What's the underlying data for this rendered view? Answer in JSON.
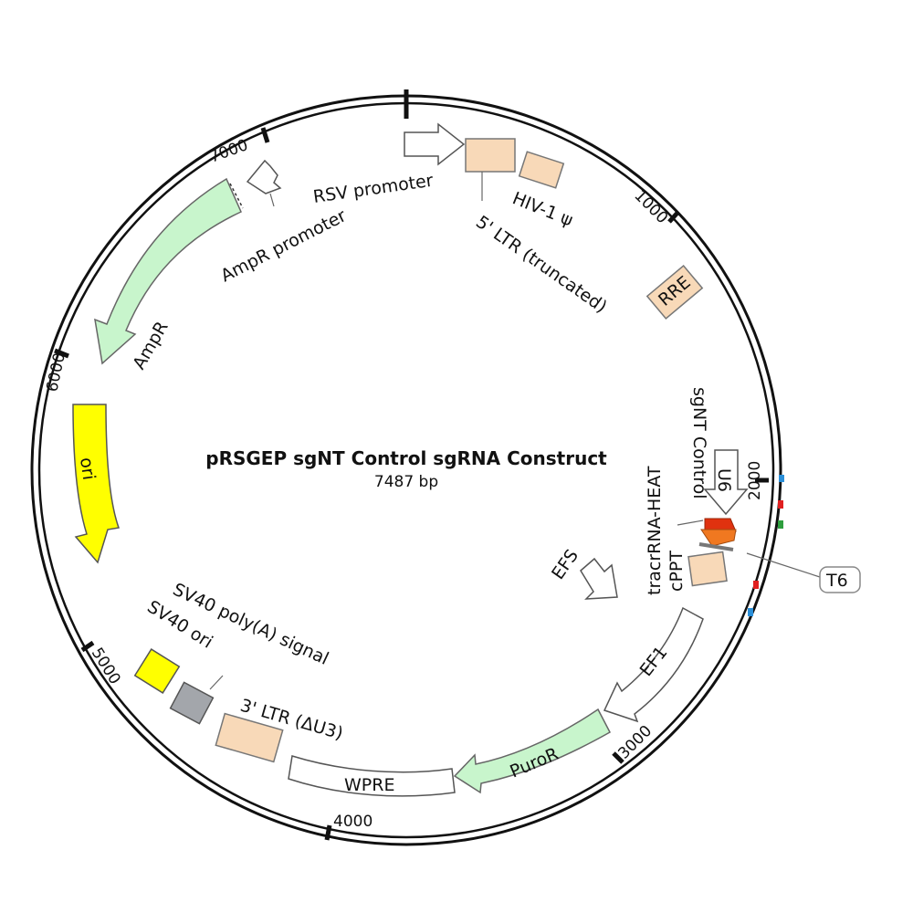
{
  "title": "pRSGEP sgNT Control sgRNA Construct",
  "size_label": "7487 bp",
  "ticks": [
    "1000",
    "2000",
    "3000",
    "4000",
    "5000",
    "6000",
    "7000"
  ],
  "features": {
    "rsv_promoter": "RSV promoter",
    "hiv_psi": "HIV-1 ψ",
    "ltr5": "5' LTR (truncated)",
    "rre": "RRE",
    "u6": "U6",
    "sgnt": "sgNT Control",
    "tracr": "tracrRNA-HEAT",
    "cppt": "cPPT",
    "t6": "T6",
    "efs": "EFS",
    "ef1": "EF1",
    "puror": "PuroR",
    "wpre": "WPRE",
    "ltr3": "3' LTR (ΔU3)",
    "sv40_polya": "SV40 poly(A) signal",
    "sv40_ori": "SV40 ori",
    "ori": "ori",
    "ampr": "AmpR",
    "ampr_promoter": "AmpR promoter"
  },
  "colors": {
    "ltr": "#f8d9b8",
    "ampr": "#c8f5cc",
    "puror": "#c8f5cc",
    "ori": "#ffff00",
    "sv40_ori": "#ffff00",
    "polya": "#a3a6ab",
    "promoter": "#ffffff",
    "sgrna": "#e0320f",
    "terminator": "#f07820",
    "site_blue": "#2b8fd8",
    "site_red": "#e02020",
    "site_green": "#2e9e3e"
  }
}
